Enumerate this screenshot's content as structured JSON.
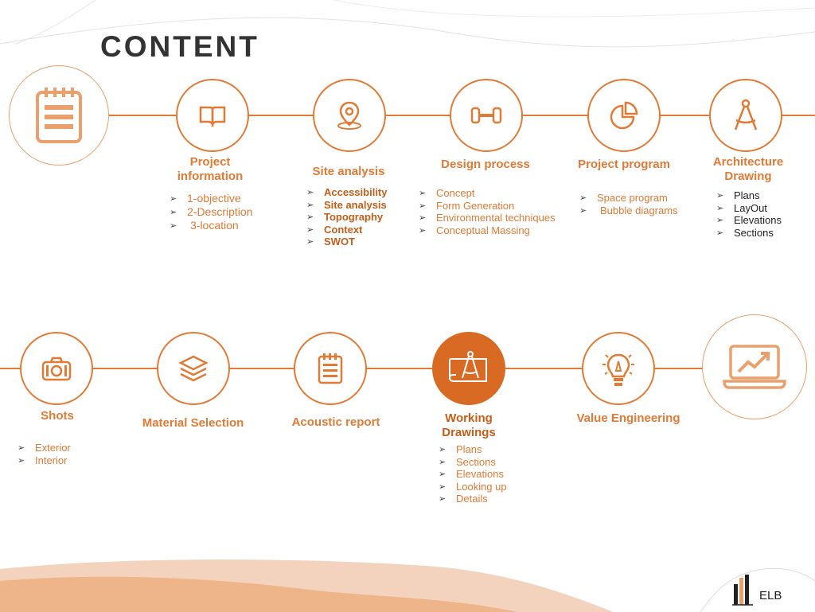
{
  "title": "CONTENT",
  "accent_color": "#e07a35",
  "top_row": [
    {
      "id": "project-information",
      "label": "Project information",
      "icon": "notepad-icon",
      "items": [
        "1-objective",
        "2-Description",
        "3-location"
      ]
    },
    {
      "id": "site-analysis",
      "label": "Site analysis",
      "icon": "location-pin-icon",
      "items": [
        "Accessibility",
        "Site analysis",
        "Topography",
        "Context",
        "SWOT"
      ]
    },
    {
      "id": "design-process",
      "label": "Design process",
      "icon": "dumbbell-icon",
      "items": [
        "Concept",
        "Form Generation",
        "Environmental techniques",
        "Conceptual Massing"
      ]
    },
    {
      "id": "project-program",
      "label": "Project program",
      "icon": "pie-chart-icon",
      "items": [
        "Space program",
        "Bubble diagrams"
      ]
    },
    {
      "id": "architecture-drawing",
      "label": "Architecture Drawing",
      "icon": "compass-icon",
      "items": [
        "Plans",
        "LayOut",
        "Elevations",
        "Sections"
      ]
    }
  ],
  "bottom_row": [
    {
      "id": "shots",
      "label": "Shots",
      "icon": "camera-icon",
      "items": [
        "Exterior",
        "Interior"
      ]
    },
    {
      "id": "material-selection",
      "label": "Material Selection",
      "icon": "layers-icon",
      "items": []
    },
    {
      "id": "acoustic-report",
      "label": "Acoustic report",
      "icon": "report-icon",
      "items": []
    },
    {
      "id": "working-drawings",
      "label": "Working Drawings",
      "icon": "blueprint-icon",
      "items": [
        "Plans",
        "Sections",
        "Elevations",
        "Looking up",
        "Details"
      ]
    },
    {
      "id": "value-engineering",
      "label": "Value Engineering",
      "icon": "lightbulb-icon",
      "items": []
    }
  ],
  "logo": {
    "text": "ELB",
    "icon": "building-logo-icon"
  }
}
